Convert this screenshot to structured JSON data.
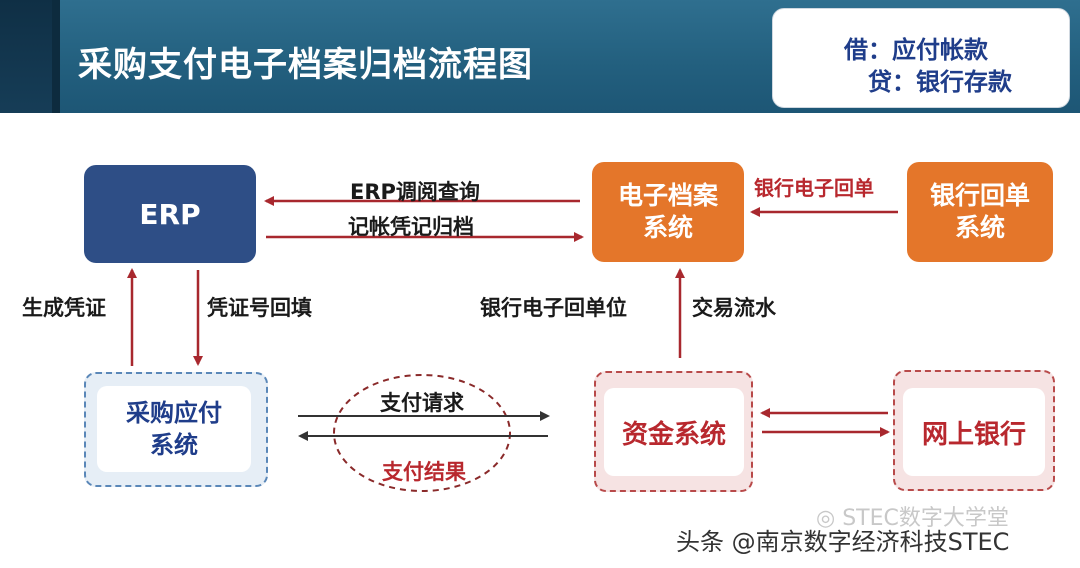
{
  "title": "采购支付电子档案归档流程图",
  "entry": {
    "debit": "借：应付帐款",
    "credit": "贷：银行存款"
  },
  "nodes": {
    "erp": "ERP",
    "archive_line1": "电子档案",
    "archive_line2": "系统",
    "bank_slip_line1": "银行回单",
    "bank_slip_line2": "系统",
    "ap_line1": "采购应付",
    "ap_line2": "系统",
    "fund": "资金系统",
    "online_bank": "网上银行"
  },
  "edges": {
    "erp_query": "ERP调阅查询",
    "archive_voucher": "记帐凭记归档",
    "bank_e_slip": "银行电子回单",
    "generate_voucher": "生成凭证",
    "voucher_backfill": "凭证号回填",
    "bank_slip_position": "银行电子回单位",
    "transaction_flow": "交易流水",
    "payment_request": "支付请求",
    "payment_result": "支付结果"
  },
  "watermark": {
    "logo_text": "STEC数字大学堂",
    "footer": "头条 @南京数字经济科技STEC"
  },
  "colors": {
    "header": "#23607f",
    "erp_box": "#2e4e86",
    "orange_box": "#e4762a",
    "arrow_red": "#a8282e",
    "text_blue": "#1f3d8a",
    "text_red": "#b8282e"
  }
}
